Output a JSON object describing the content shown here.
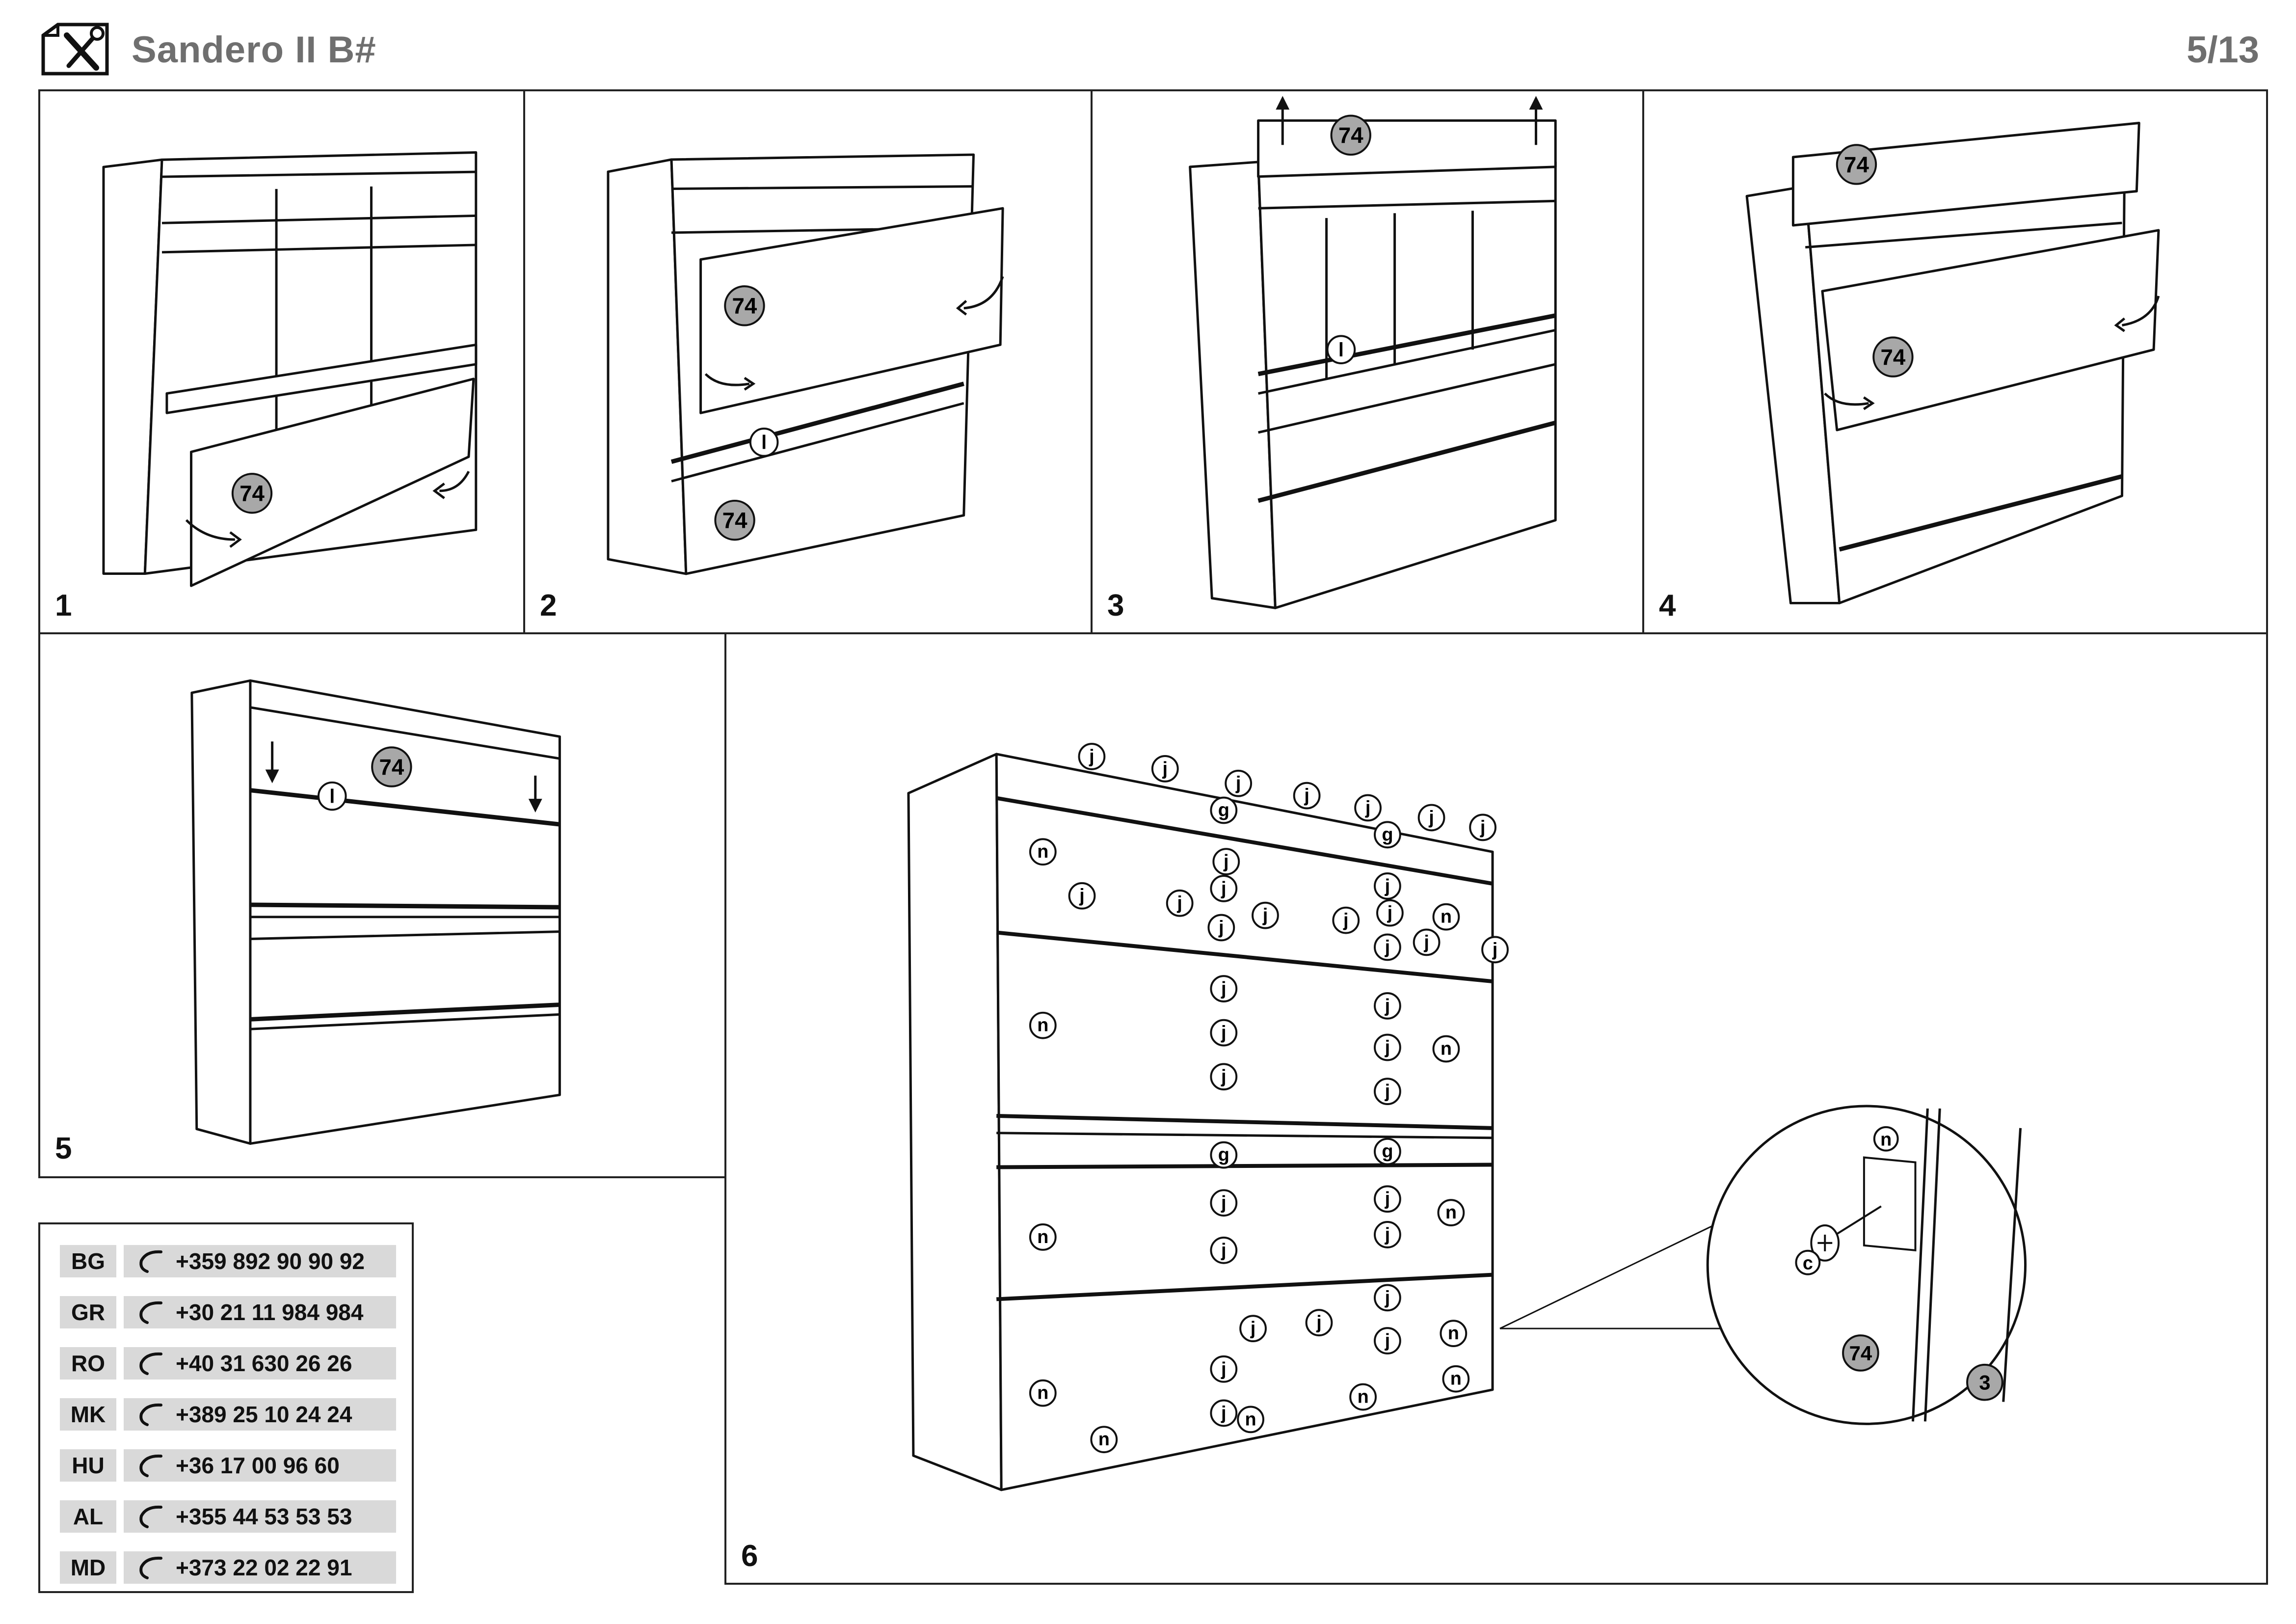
{
  "header": {
    "title": "Sandero II B#",
    "page": "5/13",
    "logo_icon": "tools-icon"
  },
  "steps": [
    {
      "number": "1",
      "part_label": "74"
    },
    {
      "number": "2",
      "part_label": "74",
      "part_label_2": "74",
      "hardware_label": "l"
    },
    {
      "number": "3",
      "part_label": "74",
      "hardware_label": "l"
    },
    {
      "number": "4",
      "part_label": "74",
      "part_label_2": "74"
    },
    {
      "number": "5",
      "part_label": "74",
      "hardware_label": "l"
    },
    {
      "number": "6"
    }
  ],
  "step6": {
    "hardware": {
      "j": "j",
      "g": "g",
      "n": "n",
      "c": "c"
    },
    "detail_parts": {
      "panel": "74",
      "side": "3"
    }
  },
  "support_phones": [
    {
      "country": "BG",
      "phone": "+359 892 90 90 92"
    },
    {
      "country": "GR",
      "phone": "+30 21 11 984 984"
    },
    {
      "country": "RO",
      "phone": "+40 31 630 26 26"
    },
    {
      "country": "MK",
      "phone": "+389 25 10 24 24"
    },
    {
      "country": "HU",
      "phone": "+36 17 00 96 60"
    },
    {
      "country": "AL",
      "phone": "+355 44 53 53 53"
    },
    {
      "country": "MD",
      "phone": "+373 22 02 22 91"
    }
  ],
  "colors": {
    "part_badge": "#a8a8a8",
    "label_bg": "#d9d9d9",
    "header_text": "#6f6f6f",
    "line": "#111111"
  }
}
